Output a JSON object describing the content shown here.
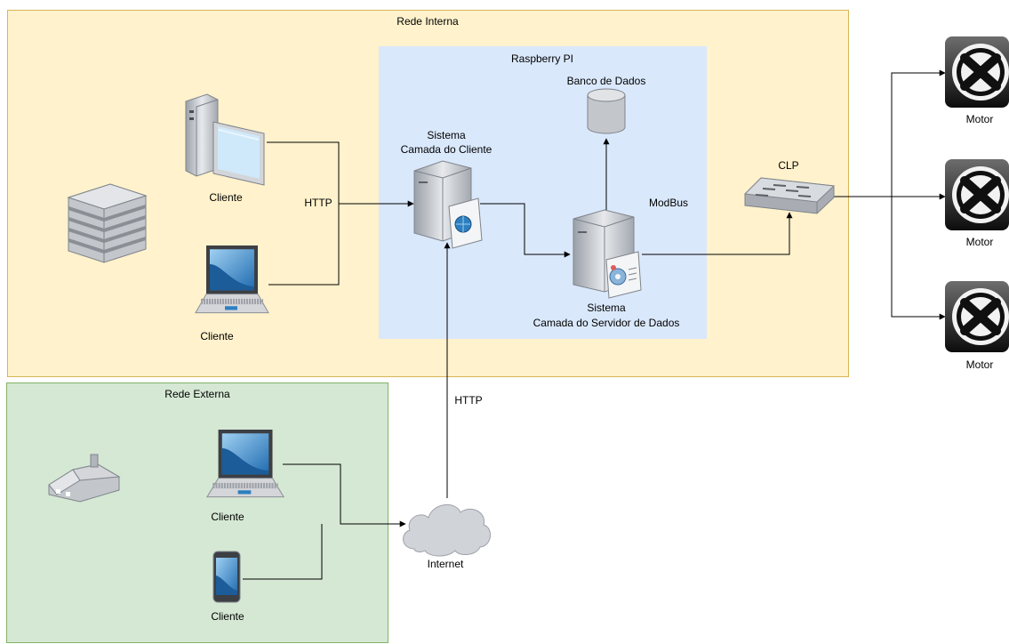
{
  "groups": {
    "internal": {
      "label": "Rede Interna",
      "fill": "#fff2cc",
      "stroke": "#d6b656"
    },
    "raspberry": {
      "label": "Raspberry PI",
      "fill": "#dae8fc",
      "stroke": "#dae8fc"
    },
    "external": {
      "label": "Rede Externa",
      "fill": "#d5e8d4",
      "stroke": "#82b366"
    }
  },
  "nodes": {
    "client_desktop": {
      "label": "Cliente",
      "icon": "desktop-computer-icon"
    },
    "client_laptop_internal": {
      "label": "Cliente",
      "icon": "laptop-icon"
    },
    "building": {
      "label": "",
      "icon": "office-building-icon"
    },
    "client_system": {
      "label_line1": "Sistema",
      "label_line2": "Camada do Cliente",
      "icon": "web-server-icon"
    },
    "database": {
      "label": "Banco de Dados",
      "icon": "database-icon"
    },
    "data_server": {
      "label_line1": "Sistema",
      "label_line2": "Camada do Servidor de Dados",
      "icon": "application-server-icon"
    },
    "clp": {
      "label": "CLP",
      "icon": "plc-switch-icon"
    },
    "motors": [
      {
        "label": "Motor",
        "icon": "motor-icon"
      },
      {
        "label": "Motor",
        "icon": "motor-icon"
      },
      {
        "label": "Motor",
        "icon": "motor-icon"
      }
    ],
    "house": {
      "label": "",
      "icon": "house-icon"
    },
    "client_laptop_external": {
      "label": "Cliente",
      "icon": "laptop-icon"
    },
    "client_phone": {
      "label": "Cliente",
      "icon": "smartphone-icon"
    },
    "internet": {
      "label": "Internet",
      "icon": "cloud-icon"
    }
  },
  "edge_labels": {
    "http_internal": "HTTP",
    "http_external": "HTTP",
    "modbus": "ModBus"
  },
  "colors": {
    "edge": "#000000",
    "icon_gray": "#b9bcc2",
    "screen_blue": "#2d7fc0"
  }
}
